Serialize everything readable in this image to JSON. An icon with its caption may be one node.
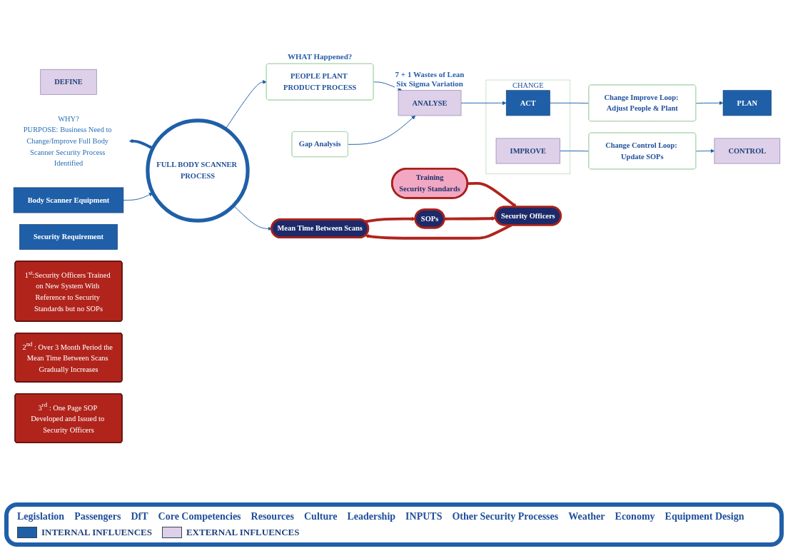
{
  "diagram": {
    "nodes": [
      {
        "text": [
          "DEFINE"
        ]
      },
      {
        "text": [
          "WHY?",
          "PURPOSE: Business Need to Change/Improve Full Body Scanner Security Process Identified"
        ]
      },
      {
        "text": [
          "Training",
          "Security Standards"
        ]
      },
      {
        "text": [
          "PLAN"
        ]
      },
      {
        "text": [
          "Security Officers"
        ]
      },
      {
        "text": [
          "Body Scanner Equipment"
        ]
      },
      {
        "text": [
          "Security Requirement"
        ]
      },
      {
        "text": [
          "SOPs"
        ]
      },
      {
        "text": [
          "CONTROL"
        ]
      },
      {
        "text": [
          "FULL BODY SCANNER PROCESS"
        ]
      },
      {
        "text": [
          "Mean Time Between Scans"
        ]
      },
      {
        "text": [
          "PEOPLE PLANT PRODUCT PROCESS"
        ],
        "beside": [
          "WHAT Happened?"
        ]
      },
      {
        "text": [
          "ANALYSE"
        ],
        "beside": [
          "7 + 1 Wastes of Lean Six Sigma Variation"
        ]
      },
      {
        "text": [
          "CHANGE"
        ]
      },
      {
        "text": [
          "ACT"
        ],
        "in": 13
      },
      {
        "text": [
          "IMPROVE"
        ],
        "in": 13
      },
      {
        "text": [
          "Change Improve Loop: Adjust People & Plant"
        ]
      },
      {
        "text": [
          "Gap Analysis"
        ]
      },
      {
        "text": [
          "Change Control Loop: Update SOPs"
        ]
      },
      {
        "text": [
          "1$^{st}$:Security Officers Trained on New System With Reference to Security Standards but no SOPs"
        ]
      },
      {
        "text": [
          "2$^{nd}$ : Over 3 Month Period the Mean Time Between Scans Gradually Increases"
        ]
      },
      {
        "text": [
          "3$^{rd}$ : One Page SOP Developed and Issued to Security Officers"
        ]
      }
    ],
    "edges": [
      {
        "from": 1,
        "to": 9,
        "arrow": "both",
        "style": "thick"
      },
      {
        "from": 5,
        "to": 9,
        "arrow": "to"
      },
      {
        "from": 9,
        "to": 11,
        "arrow": "to"
      },
      {
        "from": 9,
        "to": 10,
        "arrow": "to"
      },
      {
        "from": 11,
        "to": 12,
        "arrow": "to"
      },
      {
        "from": 12,
        "to": 14,
        "arrow": "to"
      },
      {
        "from": 17,
        "to": 12,
        "arrow": "to"
      },
      {
        "from": 14,
        "to": 16,
        "arrow": "none"
      },
      {
        "from": 16,
        "to": 3,
        "arrow": "to"
      },
      {
        "from": 15,
        "to": 18,
        "arrow": "none"
      },
      {
        "from": 18,
        "to": 8,
        "arrow": "to"
      },
      {
        "from": 2,
        "to": 4,
        "arrow": "to",
        "style": "thick",
        "color": "#b0241c"
      },
      {
        "from": 4,
        "to": 10,
        "arrow": "to",
        "style": "thick",
        "color": "#b0241c"
      },
      {
        "from": 10,
        "to": 7,
        "arrow": "to",
        "style": "thick",
        "color": "#b0241c"
      },
      {
        "from": 7,
        "to": 4,
        "arrow": "to",
        "style": "thick",
        "color": "#b0241c"
      }
    ],
    "labels": [
      "Legislation",
      "Passengers",
      "DfT",
      "Core Competencies",
      "Resources",
      "Culture",
      "Leadership",
      "INPUTS",
      "Other Security Processes",
      "Weather",
      "Economy",
      "Equipment Design"
    ],
    "legend": [
      {
        "text": "INTERNAL INFLUENCES",
        "color": "#1f5fa8"
      },
      {
        "text": "EXTERNAL INFLUENCES",
        "color": "#ddd0e8"
      }
    ]
  }
}
